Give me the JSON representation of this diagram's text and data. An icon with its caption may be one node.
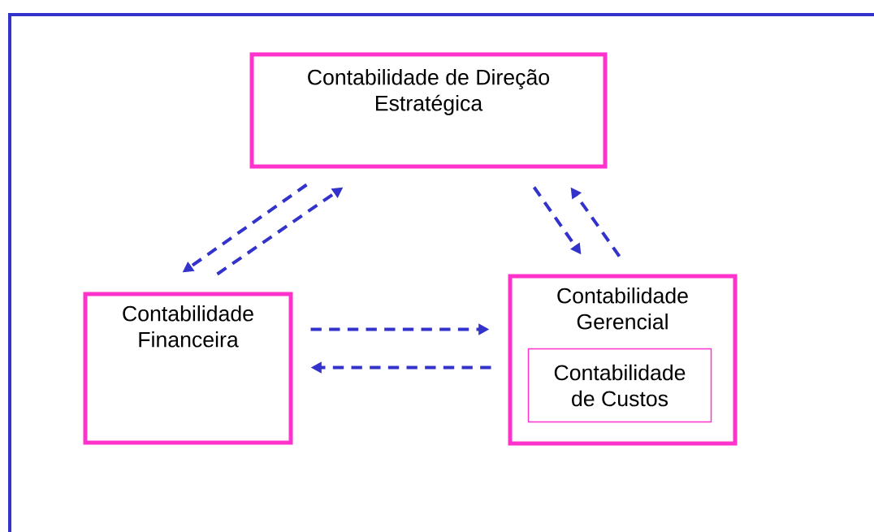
{
  "diagram": {
    "nodes": [
      {
        "text": [
          "Contabilidade de Direção Estratégica"
        ]
      },
      {
        "text": [
          "Contabilidade Financeira"
        ]
      },
      {
        "text": [
          "Contabilidade Gerencial"
        ]
      },
      {
        "text": [
          "Contabilidade de Custos"
        ],
        "in": 2
      }
    ],
    "edges": [
      {
        "from": 0,
        "to": 1,
        "arrow": "to",
        "style": "dashed"
      },
      {
        "from": 1,
        "to": 0,
        "arrow": "to",
        "style": "dashed"
      },
      {
        "from": 0,
        "to": 2,
        "arrow": "to",
        "style": "dashed"
      },
      {
        "from": 2,
        "to": 0,
        "arrow": "to",
        "style": "dashed"
      },
      {
        "from": 1,
        "to": 2,
        "arrow": "to",
        "style": "dashed"
      },
      {
        "from": 2,
        "to": 1,
        "arrow": "to",
        "style": "dashed"
      }
    ]
  }
}
